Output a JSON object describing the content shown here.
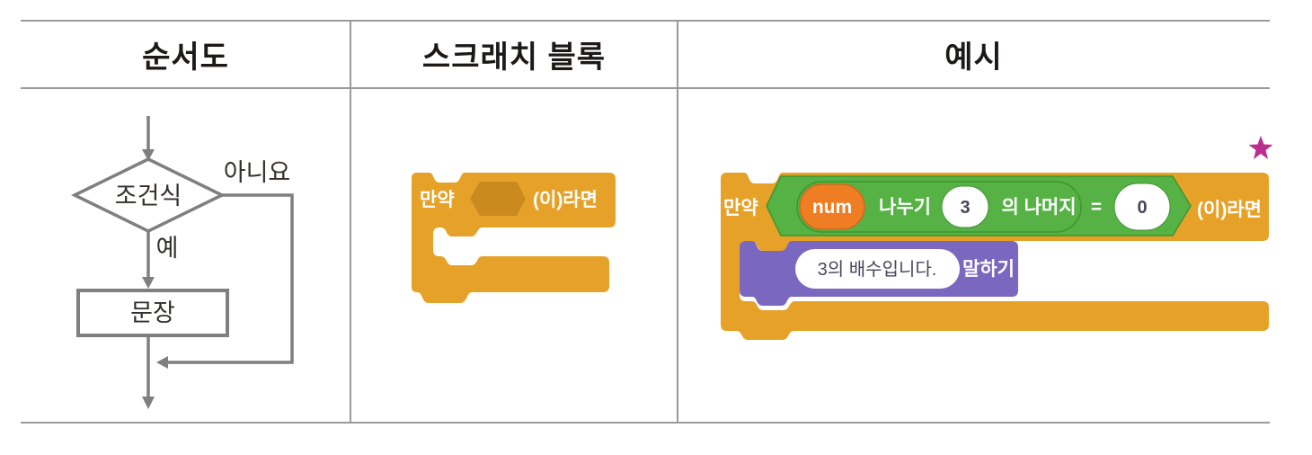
{
  "table": {
    "columns": [
      {
        "header": "순서도"
      },
      {
        "header": "스크래치 블록"
      },
      {
        "header": "예시"
      }
    ]
  },
  "flowchart": {
    "condition_label": "조건식",
    "no_label": "아니요",
    "yes_label": "예",
    "statement_label": "문장"
  },
  "scratch_block": {
    "if_prefix": "만약",
    "if_suffix": "(이)라면"
  },
  "example": {
    "if_prefix": "만약",
    "if_suffix": "(이)라면",
    "condition": {
      "variable": "num",
      "divide_label": "나누기",
      "divisor": "3",
      "remainder_label": "의 나머지",
      "equals": "=",
      "target": "0"
    },
    "say": {
      "message": "3의 배수입니다.",
      "say_label": "말하기"
    },
    "star_icon": "★"
  },
  "colors": {
    "table_line": "#9a9a9a",
    "flow_line": "#7f7f7f",
    "block_orange": "#E6A228",
    "slot_orange": "#CB8A1E",
    "judge_green": "#56B244",
    "judge_green_dark": "#3F9430",
    "variable_orange": "#EE7D23",
    "say_purple": "#7A68C0",
    "star_magenta": "#BC2E8E"
  }
}
